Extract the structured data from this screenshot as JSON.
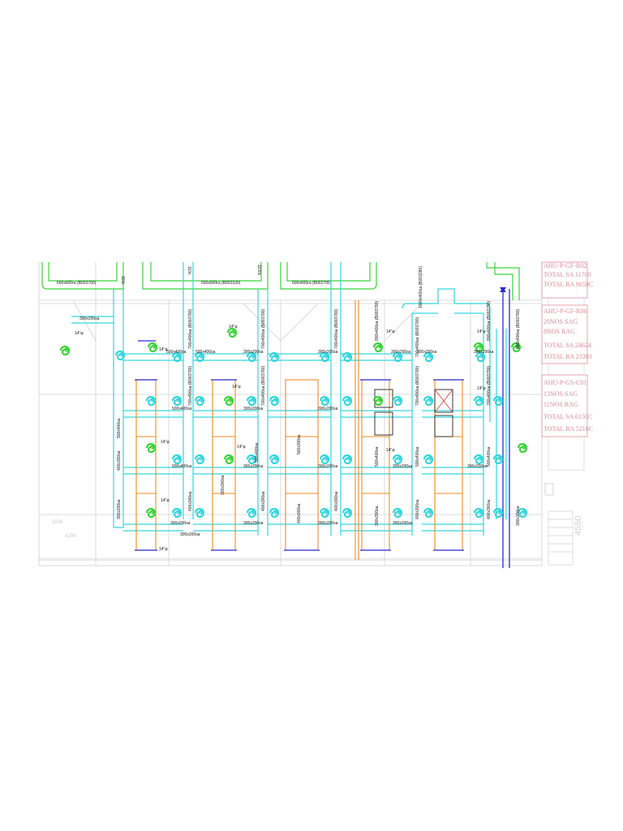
{
  "duct_labels": {
    "main_left": "600x600ra (B003700)",
    "main_mid": "600x600ra (B003100)",
    "main_right": "600x600ra (B002700)",
    "riser_1": "110c",
    "riser_2": "110c",
    "riser_3": "1100c",
    "top_right": "1000x400sa (B003280)",
    "duct_300x200": "300x200sa",
    "duct_500x400": "500x400sa",
    "duct_400x300": "400x300sa",
    "duct_700x400": "700x400sa (B003780)",
    "duct_800x400": "800x400sa (B003780)",
    "duct_500x300": "500x300sa",
    "duct_300x300": "300x300sa",
    "diffuser_tag": "14\"φ"
  },
  "legend": [
    {
      "title": "AHU-P-GF-R02",
      "lines": [
        "TOTAL SA 11700",
        "TOTAL RA 8658C"
      ]
    },
    {
      "title": "AHU-P-GF-R06",
      "lines": [
        "29NOS SAG",
        "8NOS RAG",
        "TOTAL SA 24624",
        "TOTAL RA 23393"
      ]
    },
    {
      "title": "AHU-P-GS-C01",
      "lines": [
        "13NOS SAG",
        "11NOS RAG",
        "TOTAL SA 6150C",
        "TOTAL RA 5216C"
      ]
    }
  ],
  "dimensions": {
    "d1": "5500",
    "d2": "4200",
    "d3": "4550"
  },
  "colors": {
    "supply": "#33d6de",
    "return": "#39d43a",
    "branch": "#f08a1c",
    "pipe": "#2a2ad8",
    "legend": "#e68aa0"
  }
}
